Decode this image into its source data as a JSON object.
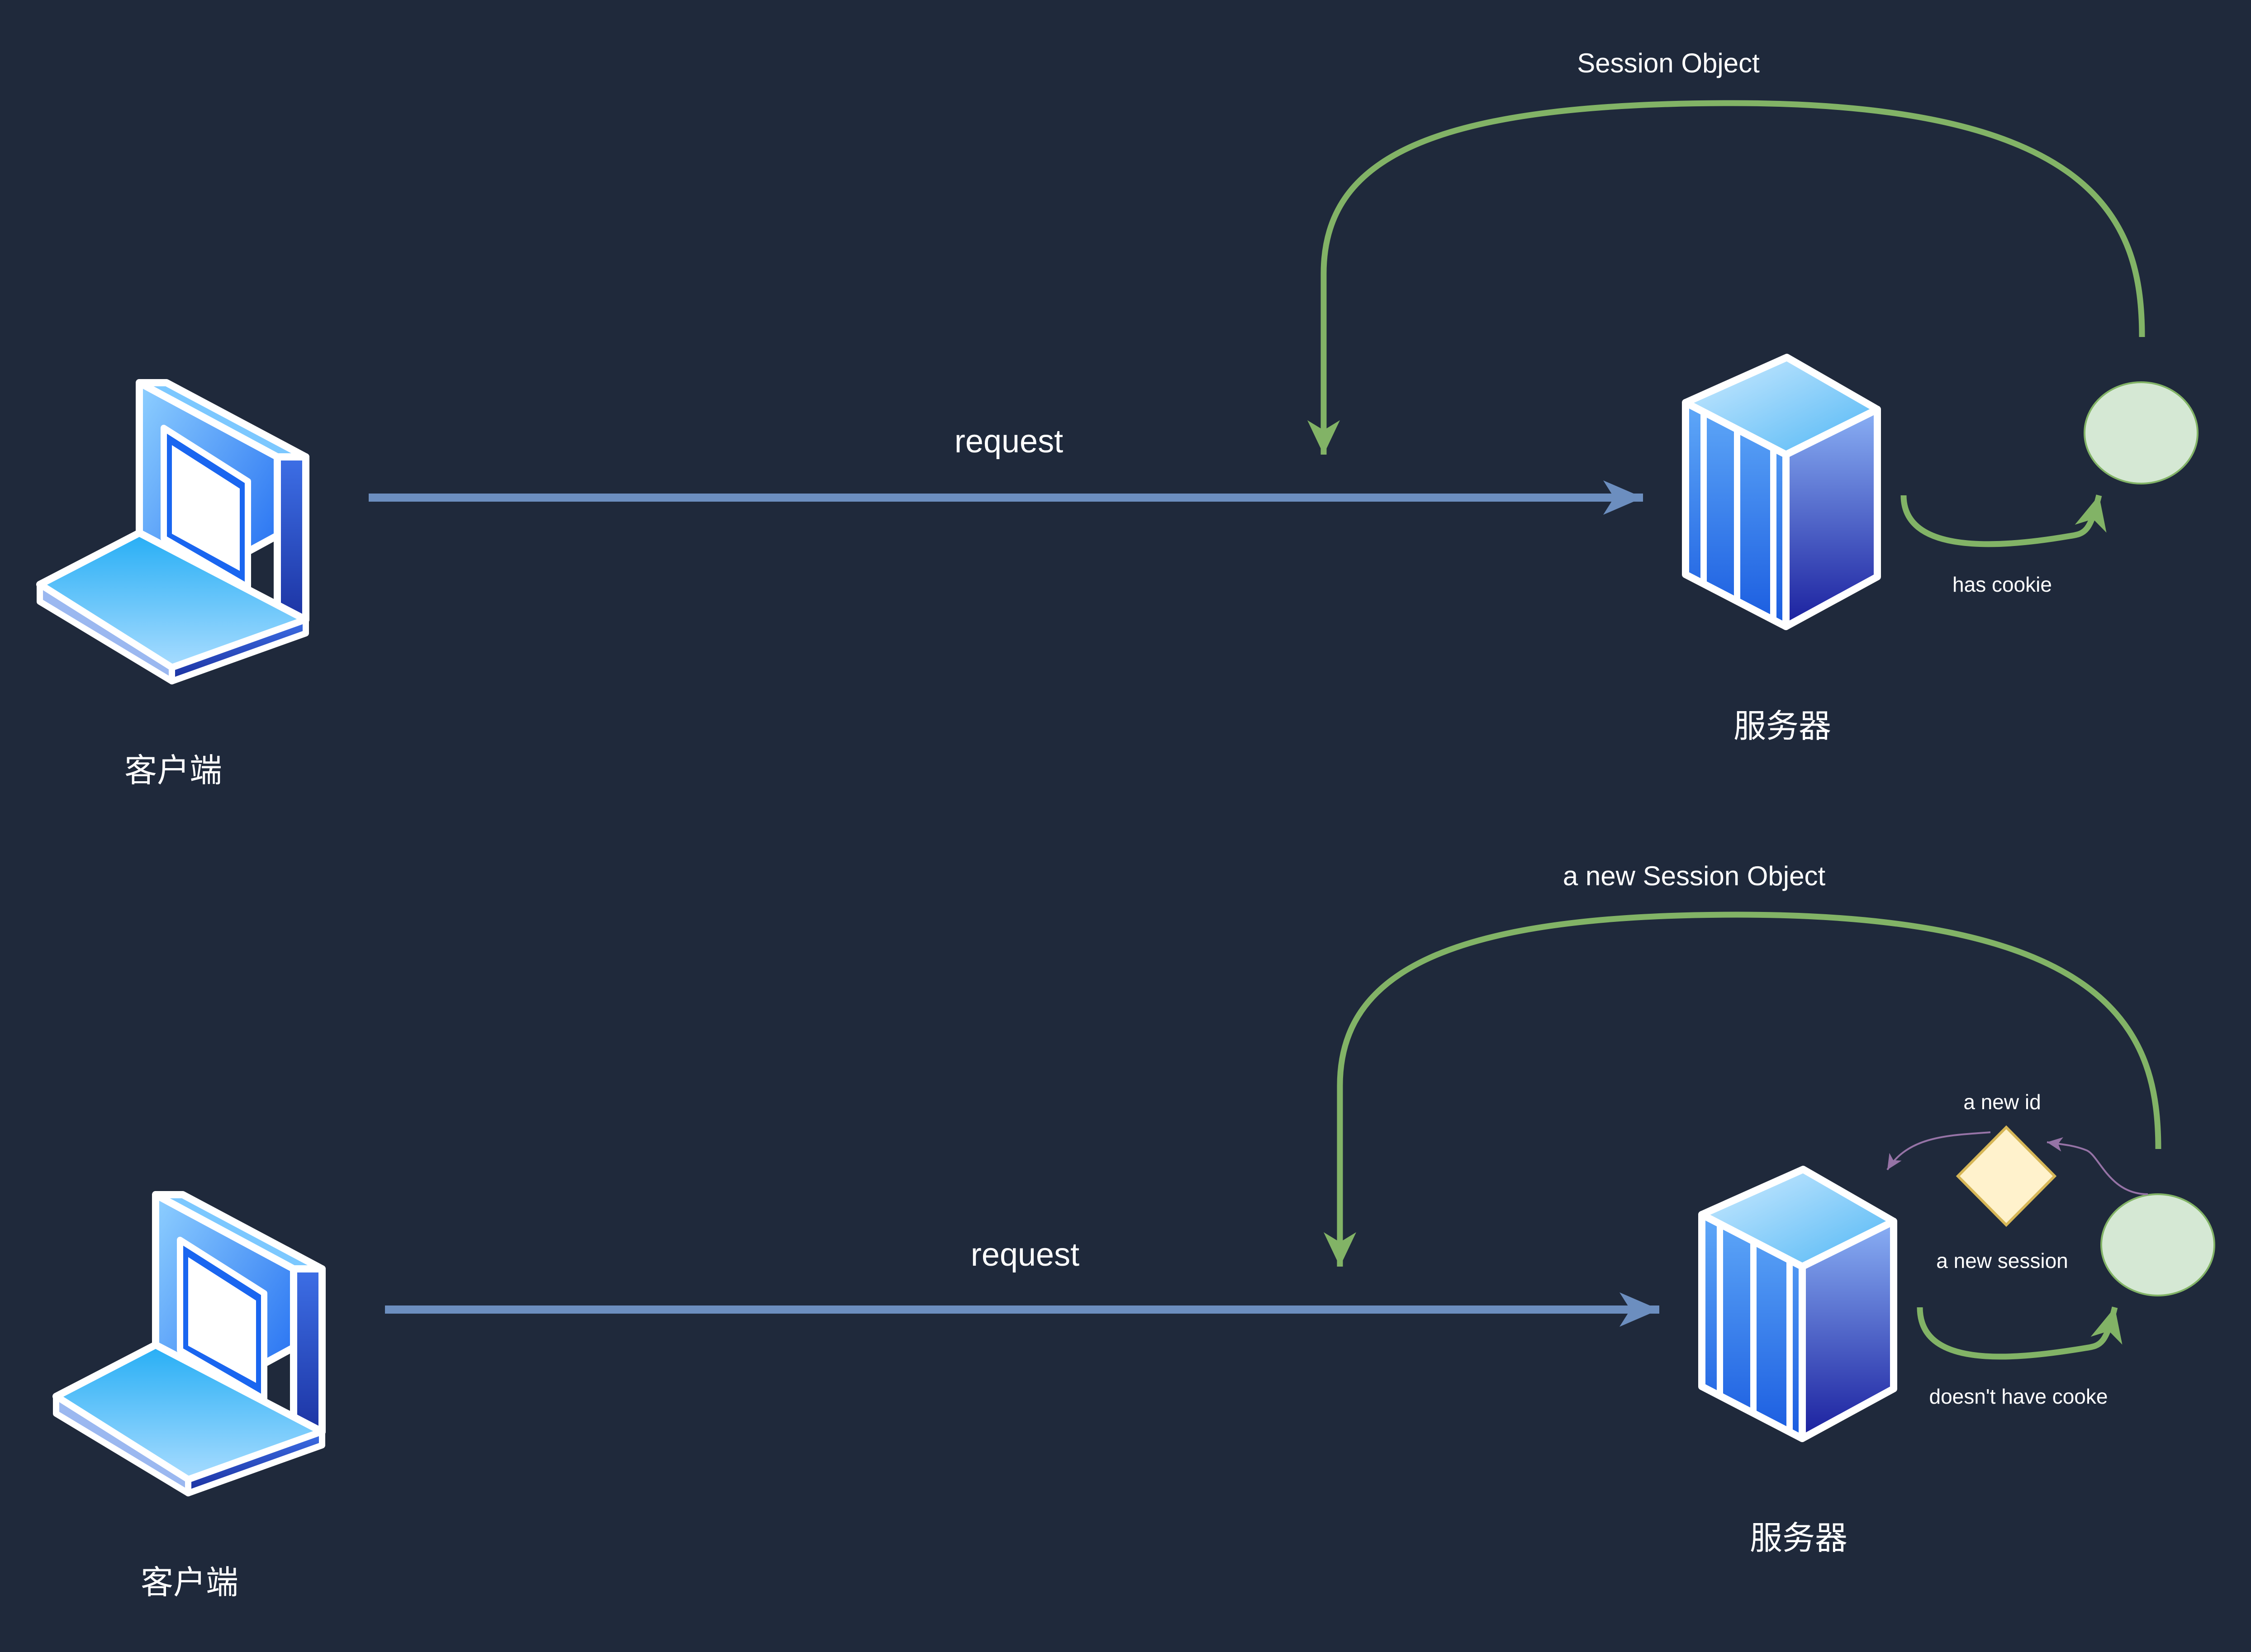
{
  "colors": {
    "background": "#1f293b",
    "request_arrow": "#6c8ebf",
    "session_arrow": "#82b366",
    "session_node_fill": "#d5e8d4",
    "id_arrow": "#9673a6",
    "decision_fill": "#fff2cc",
    "decision_stroke": "#d6b656"
  },
  "icons": {
    "client": "laptop-icon",
    "server": "server-icon"
  },
  "top": {
    "client_label": "客户端",
    "server_label": "服务器",
    "request_label": "request",
    "session_label": "Session Object",
    "condition_label": "has cookie"
  },
  "bottom": {
    "client_label": "客户端",
    "server_label": "服务器",
    "request_label": "request",
    "session_label": "a new Session Object",
    "condition_label": "doesn't have cooke",
    "new_id_label": "a new id",
    "new_session_label": "a new session"
  }
}
